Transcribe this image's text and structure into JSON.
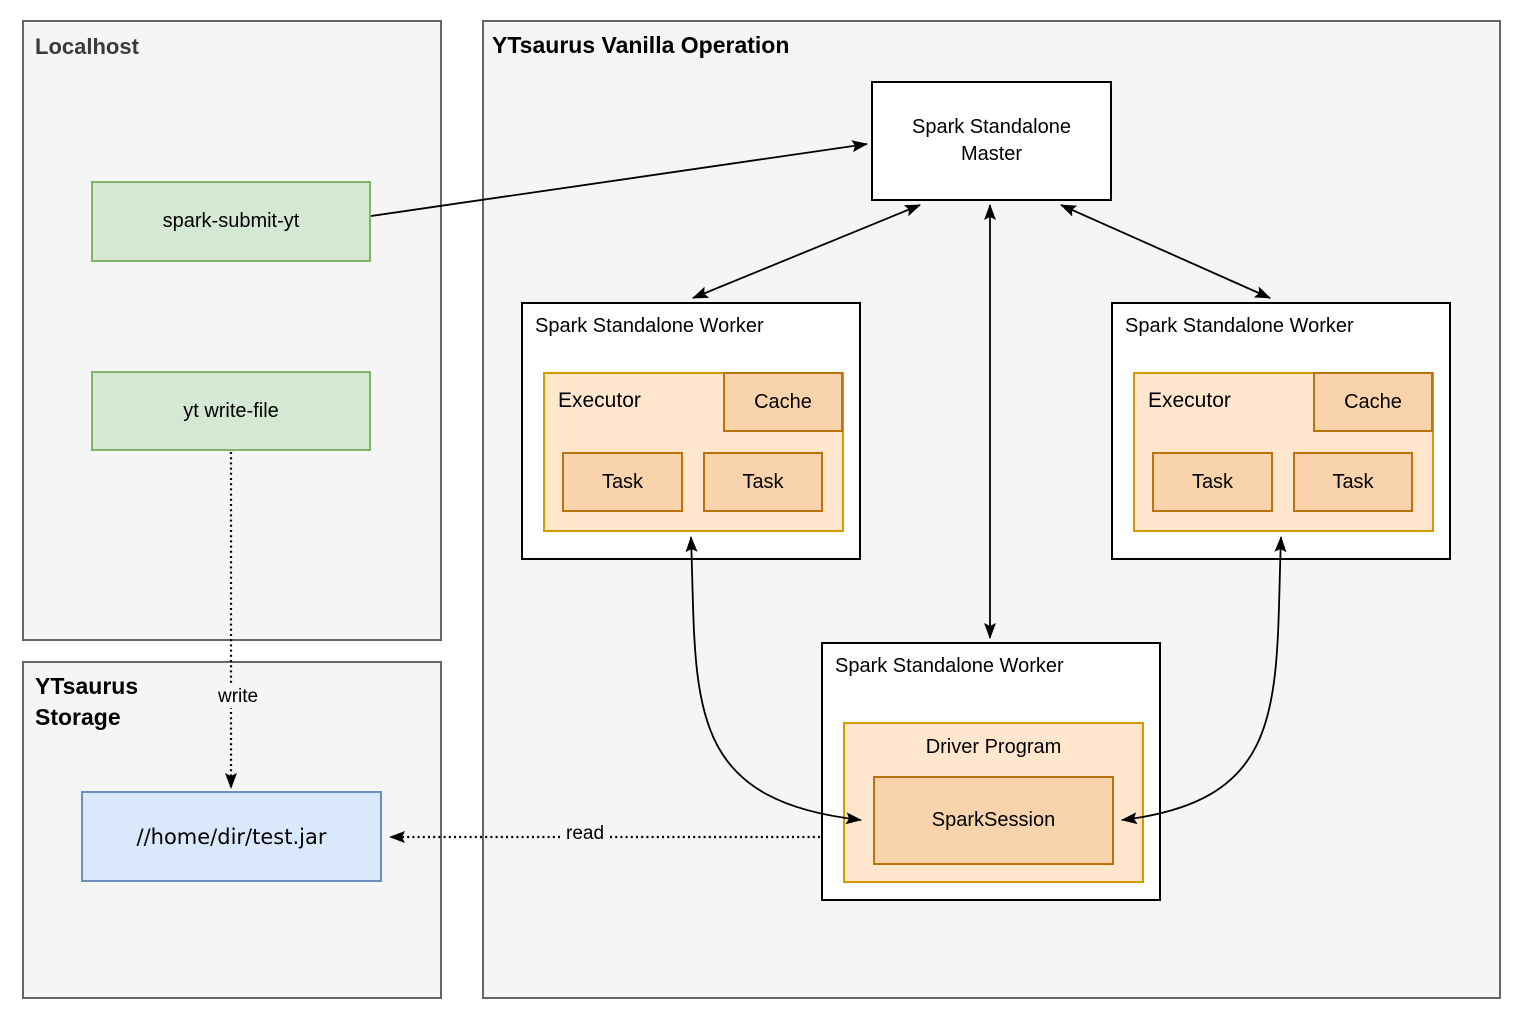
{
  "colors": {
    "page_bg": "#ffffff",
    "container_fill": "#f5f5f5",
    "container_border": "#666666",
    "node_border": "#000000",
    "node_fill": "#ffffff",
    "green_fill": "#d5e8d4",
    "green_border": "#82b366",
    "blue_fill": "#dae8fc",
    "blue_border": "#6c8ebf",
    "orange_light_fill": "#ffe6cc",
    "orange_light_border": "#d79b00",
    "orange_dark_fill": "#f8d3ac",
    "orange_dark_border": "#bc720d",
    "edge_color": "#000000",
    "title_dark": "#3a3a3a"
  },
  "localhost": {
    "title": "Localhost",
    "spark_submit": "spark-submit-yt",
    "yt_write_file": "yt write-file"
  },
  "storage": {
    "title": "YTsaurus Storage",
    "jar_path": "//home/dir/test.jar"
  },
  "operation": {
    "title": "YTsaurus Vanilla Operation",
    "master_label": "Spark Standalone Master",
    "worker_left": {
      "title": "Spark Standalone Worker",
      "executor_label": "Executor",
      "cache_label": "Cache",
      "tasks": [
        "Task",
        "Task"
      ]
    },
    "worker_right": {
      "title": "Spark Standalone Worker",
      "executor_label": "Executor",
      "cache_label": "Cache",
      "tasks": [
        "Task",
        "Task"
      ]
    },
    "worker_bottom": {
      "title": "Spark Standalone Worker",
      "driver_label": "Driver Program",
      "spark_session_label": "SparkSession"
    }
  },
  "edge_labels": {
    "write": "write",
    "read": "read"
  }
}
